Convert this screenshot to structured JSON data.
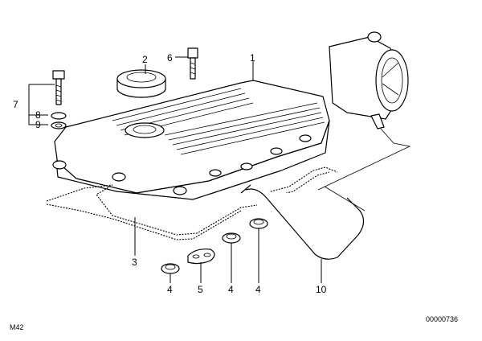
{
  "callouts": {
    "c1": "1",
    "c2": "2",
    "c3": "3",
    "c4a": "4",
    "c4b": "4",
    "c4c": "4",
    "c5": "5",
    "c6": "6",
    "c7": "7",
    "c8": "8",
    "c9": "9",
    "c10": "10"
  },
  "footer": {
    "page_code": "M42",
    "drawing_number": "00000736"
  }
}
